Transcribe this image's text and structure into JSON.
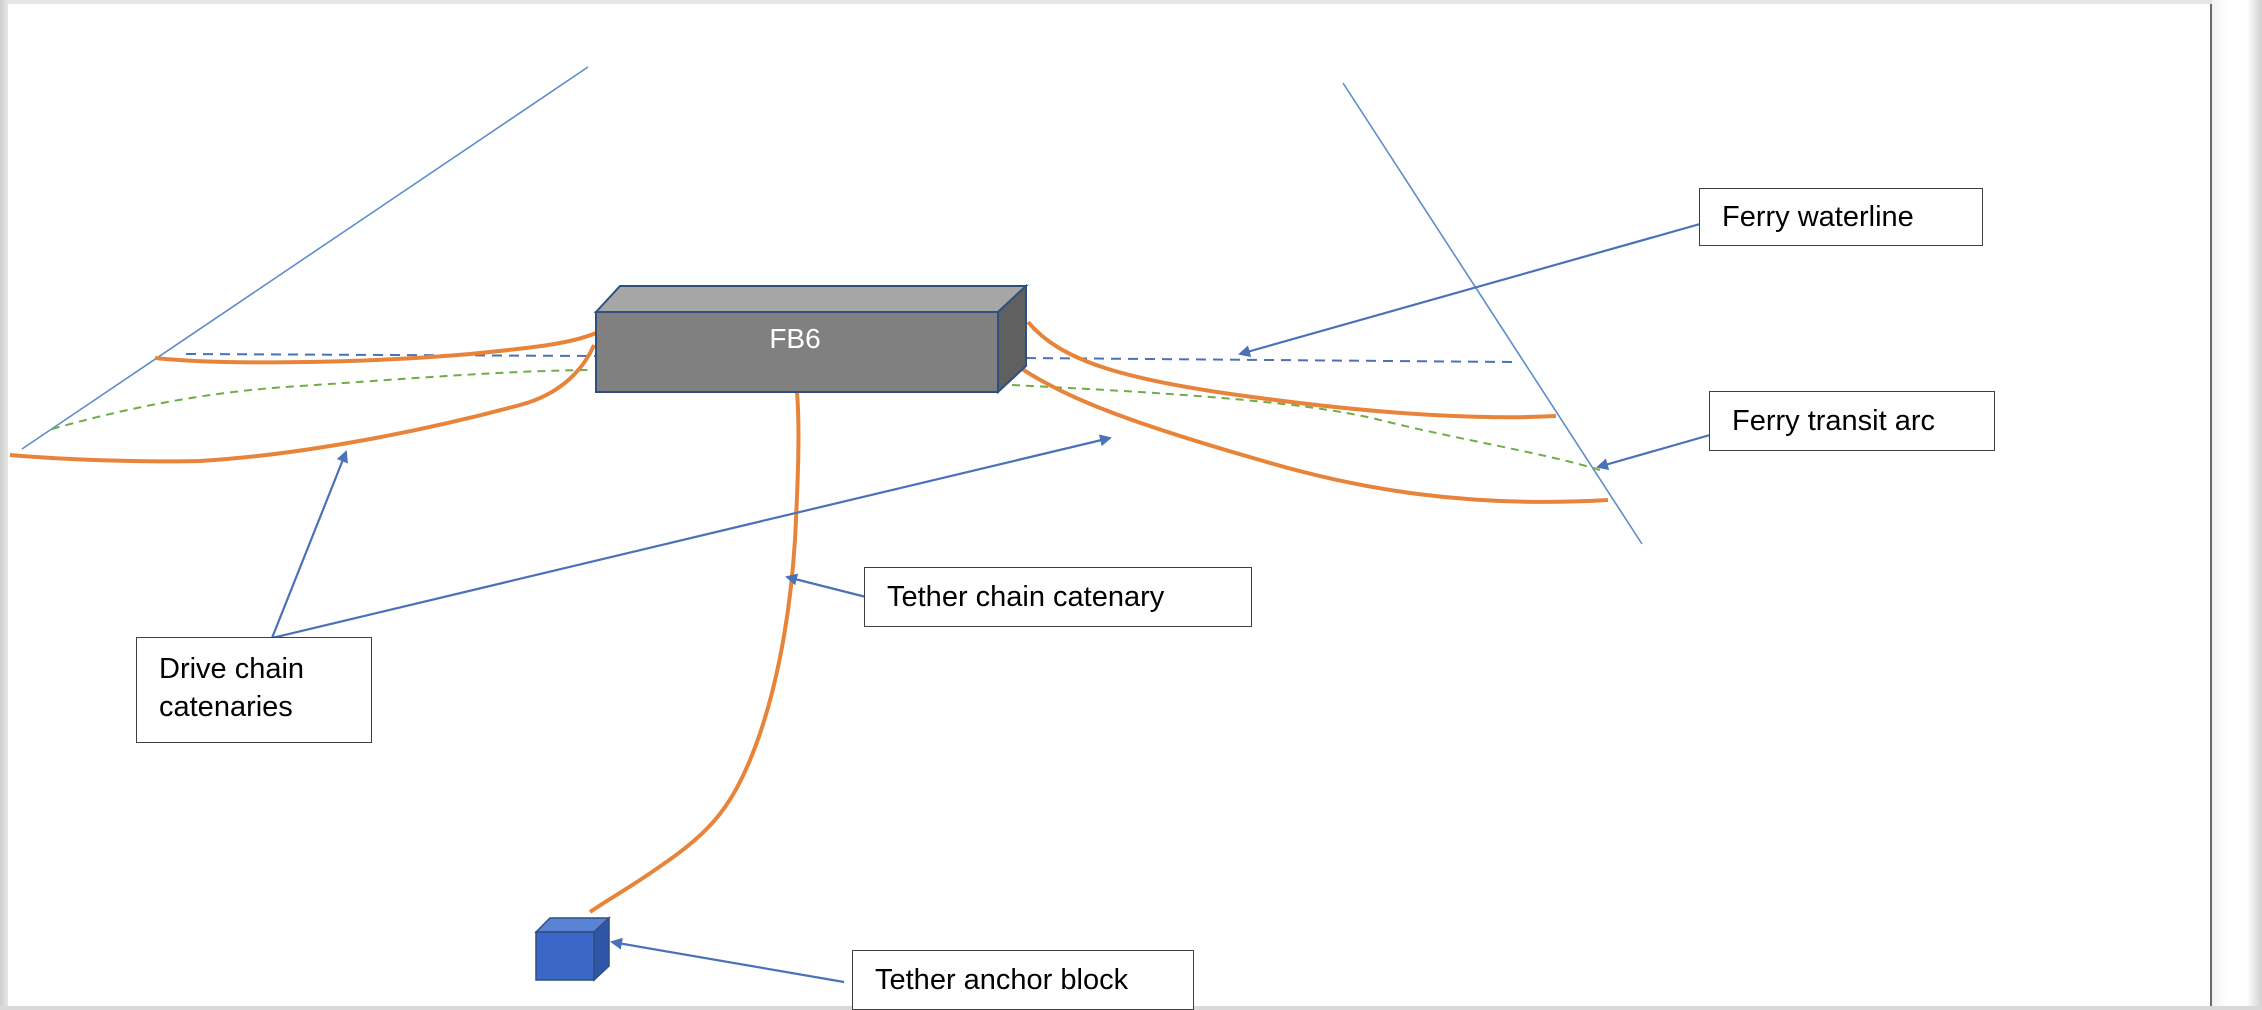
{
  "diagram": {
    "box_label": "FB6",
    "callouts": {
      "ferry_waterline": "Ferry waterline",
      "ferry_transit_arc": "Ferry transit arc",
      "tether_chain_catenary": "Tether chain catenary",
      "drive_chain_catenaries": "Drive chain\ncatenaries",
      "tether_anchor_block": "Tether anchor block"
    },
    "colors": {
      "chain": "#e8843a",
      "arrow": "#4a72b8",
      "waterline_dash": "#4a72b8",
      "transit_arc_dash": "#6fad47",
      "boundary_line": "#5b8fc9",
      "box_fill": "#808080",
      "box_edge": "#2f4f80",
      "anchor_fill": "#3a67c8"
    }
  }
}
